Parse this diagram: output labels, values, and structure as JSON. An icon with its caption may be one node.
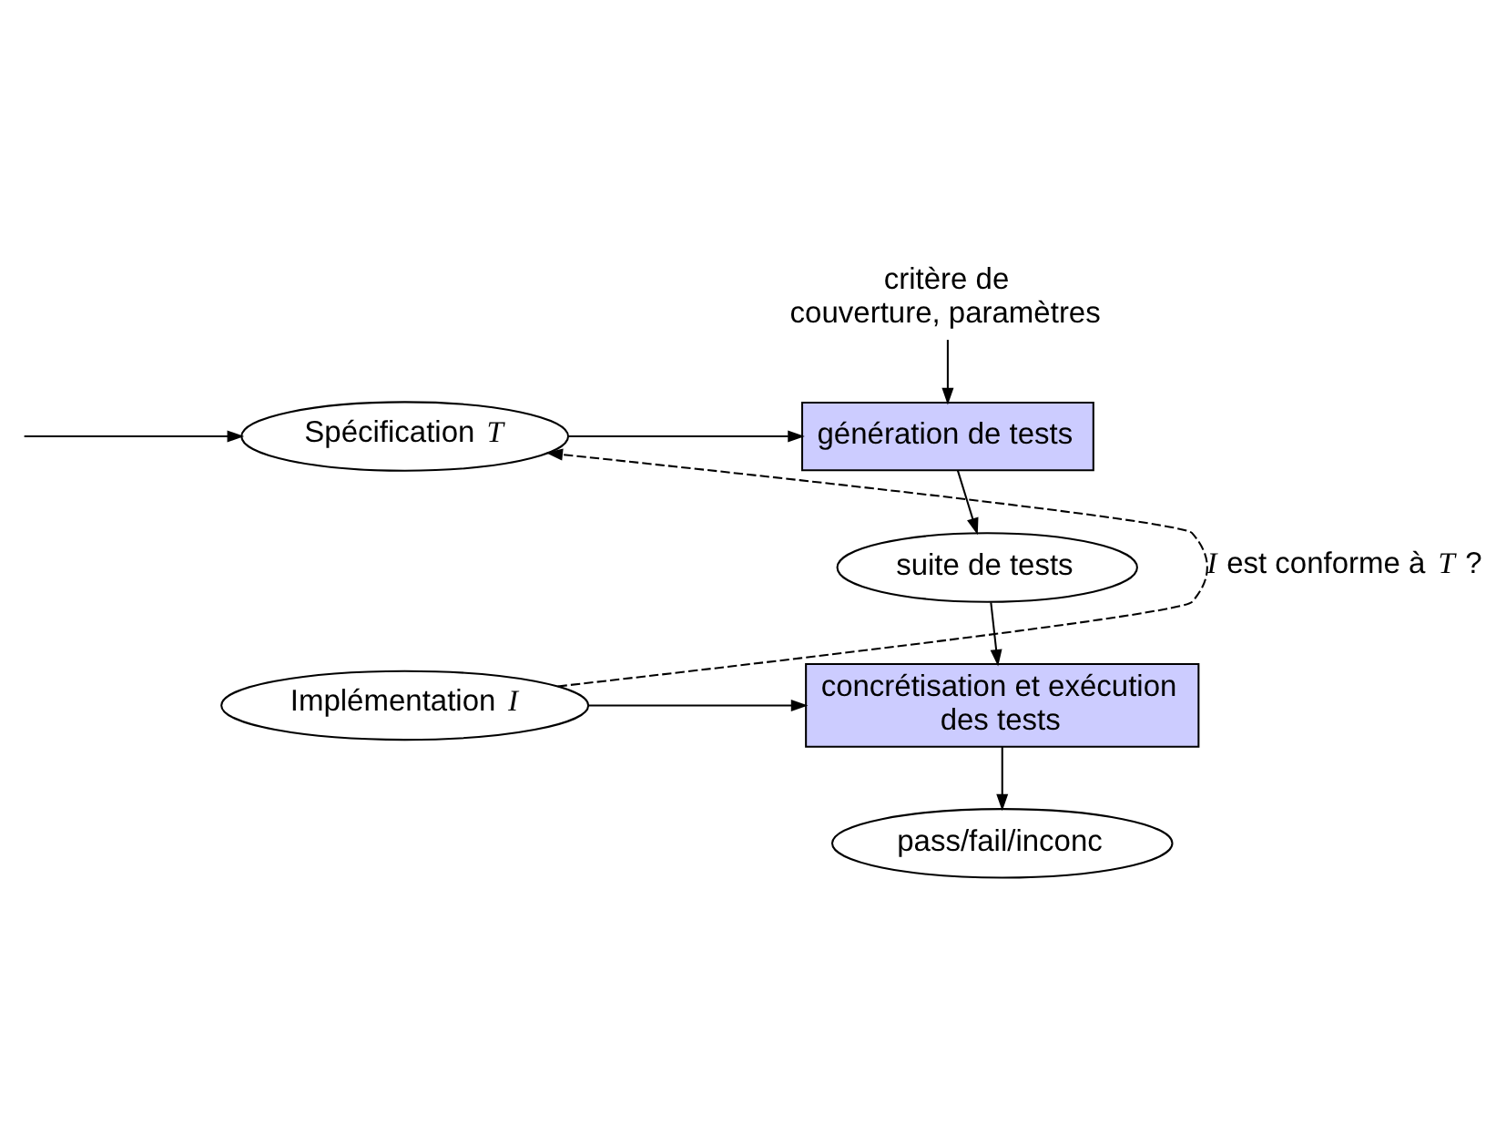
{
  "diagram": {
    "nodes": [
      {
        "text": [
          "critère de couverture, paramètres"
        ]
      },
      {
        "text": [
          "Spécification *T*"
        ]
      },
      {
        "text": [
          "génération de tests"
        ]
      },
      {
        "text": [
          "suite de tests"
        ]
      },
      {
        "text": [
          "Implémentation *I*"
        ]
      },
      {
        "text": [
          "concrétisation et exécution des tests"
        ]
      },
      {
        "text": [
          "pass/fail/inconc"
        ]
      }
    ],
    "edges": [
      {
        "from": null,
        "to": 1,
        "arrow": "to"
      },
      {
        "from": 0,
        "to": 2,
        "arrow": "to"
      },
      {
        "from": 1,
        "to": 2,
        "arrow": "to"
      },
      {
        "from": 2,
        "to": 3,
        "arrow": "to"
      },
      {
        "from": 3,
        "to": 5,
        "arrow": "to"
      },
      {
        "from": 4,
        "to": 5,
        "arrow": "to"
      },
      {
        "from": 5,
        "to": 6,
        "arrow": "to"
      },
      {
        "from": 4,
        "to": 1,
        "arrow": "to",
        "style": "dashed",
        "label": "*I* est conforme à *T* ?"
      }
    ]
  }
}
